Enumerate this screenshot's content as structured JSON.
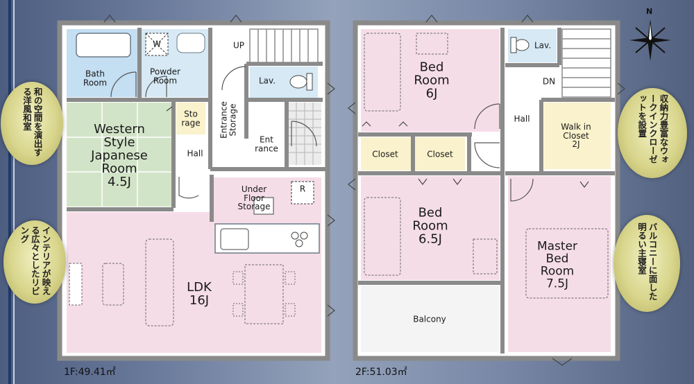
{
  "colors": {
    "bathroom": "#c4def2",
    "wet": "#d6e9f5",
    "bedroom": "#f5dde7",
    "japanese": "#d2e4c8",
    "storage": "#f9f2cc",
    "hall": "#ffffff",
    "wall": "#8a8a8a",
    "tile": "#ececec",
    "sign": "#d8d58c",
    "background": "#6e7d9c"
  },
  "floor1": {
    "area_label": "1F:49.41㎡",
    "rooms": {
      "bath": "Bath\nRoom",
      "powder": "Powder\nRoom",
      "washer": "W",
      "up": "UP",
      "lav": "Lav.",
      "storage": "Sto\nrage",
      "entrance_storage": "Entrance\nStorage",
      "entrance": "Ent\nrance",
      "japanese": "Western\nStyle\nJapanese\nRoom\n4.5J",
      "hall": "Hall",
      "under_floor": "Under\nFloor\nStorage",
      "refrigerator": "R",
      "ldk": "LDK\n16J"
    }
  },
  "floor2": {
    "area_label": "2F:51.03㎡",
    "rooms": {
      "bed6": "Bed\nRoom\n6J",
      "lav": "Lav.",
      "dn": "DN",
      "hall": "Hall",
      "wic": "Walk in\nCloset\n2J",
      "closet_a": "Closet",
      "closet_b": "Closet",
      "bed65": "Bed\nRoom\n6.5J",
      "master": "Master\nBed\nRoom\n7.5J",
      "balcony": "Balcony"
    }
  },
  "notes": {
    "japanese_room": "和の空間を演出する洋風和室",
    "living": "インテリアが映える広々としたリビング",
    "closet": "収納力豊富なウォークインクローゼットを設置",
    "master": "バルコニーに面した明るい主寝室"
  },
  "compass": {
    "north": "N"
  }
}
